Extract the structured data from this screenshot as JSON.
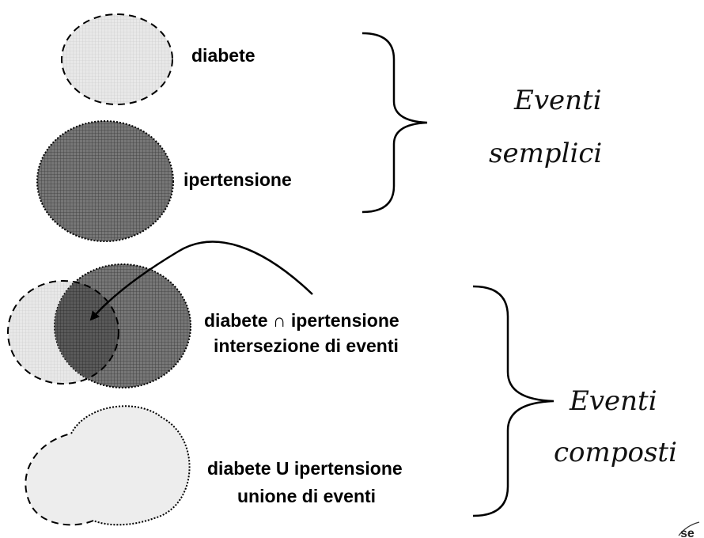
{
  "labels": {
    "diabete": "diabete",
    "ipertensione": "ipertensione",
    "intersection_line1": "diabete ∩ ipertensione",
    "intersection_line2": "intersezione di eventi",
    "union_line1": "diabete U ipertensione",
    "union_line2": "unione di eventi"
  },
  "groups": {
    "simple_line1": "Eventi",
    "simple_line2": "semplici",
    "compound_line1": "Eventi",
    "compound_line2": "composti"
  },
  "logo": {
    "text": "se"
  },
  "colors": {
    "light_fill": "#e6e6e6",
    "dark_fill": "#6e6e6e",
    "overlap_fill": "#4f4f4f",
    "union_fill": "#ededed",
    "stroke": "#000000"
  }
}
